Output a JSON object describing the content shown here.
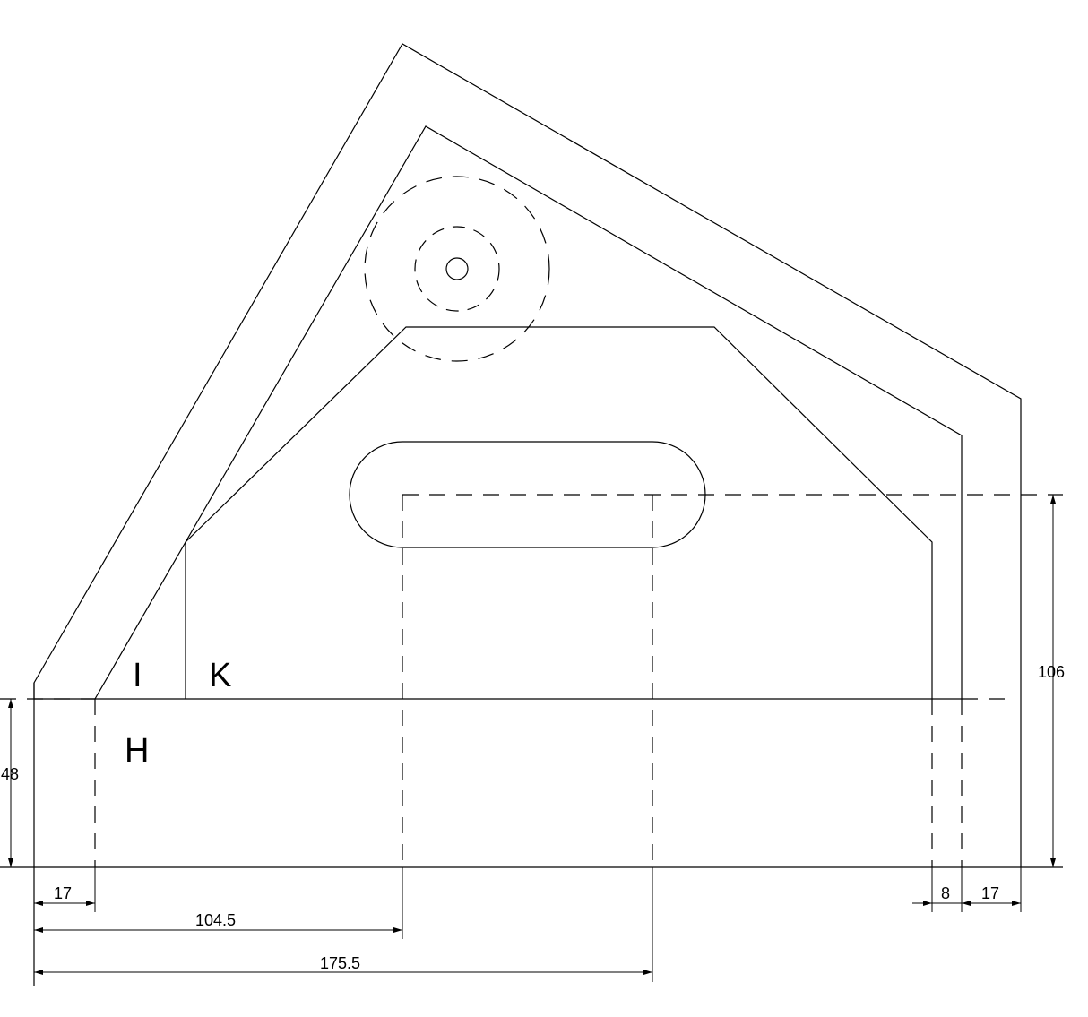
{
  "drawing": {
    "region_labels": {
      "I": "I",
      "K": "K",
      "H": "H"
    },
    "dimensions": {
      "d48": "48",
      "d106": "106",
      "d17_left": "17",
      "d104_5": "104.5",
      "d175_5": "175.5",
      "d8": "8",
      "d17_right": "17"
    },
    "colors": {
      "line": "#000000",
      "background": "#ffffff"
    }
  }
}
